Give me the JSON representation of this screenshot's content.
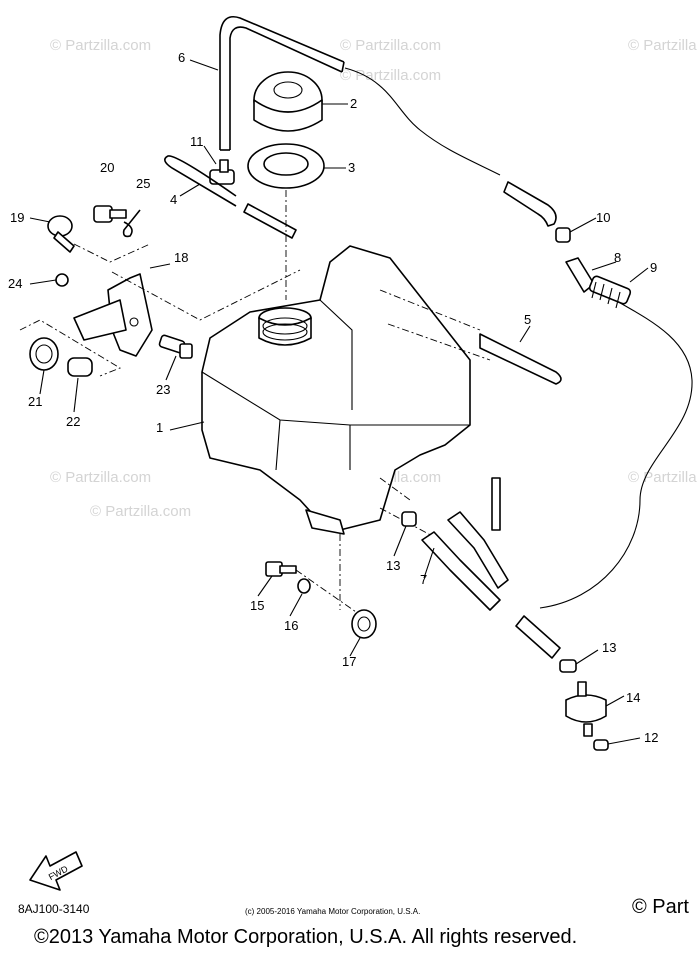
{
  "watermark": "© Partzilla.com",
  "corner_watermark": "© Part",
  "fwd_label": "FWD",
  "diagram_code": "8AJ100-3140",
  "small_copyright": "(c) 2005-2016 Yamaha Motor Corporation, U.S.A.",
  "copyright": "©2013 Yamaha Motor Corporation, U.S.A. All rights reserved.",
  "callouts": [
    "1",
    "2",
    "3",
    "4",
    "5",
    "6",
    "7",
    "8",
    "9",
    "10",
    "11",
    "12",
    "13",
    "13",
    "14",
    "15",
    "16",
    "17",
    "18",
    "19",
    "20",
    "21",
    "22",
    "23",
    "24",
    "25"
  ]
}
